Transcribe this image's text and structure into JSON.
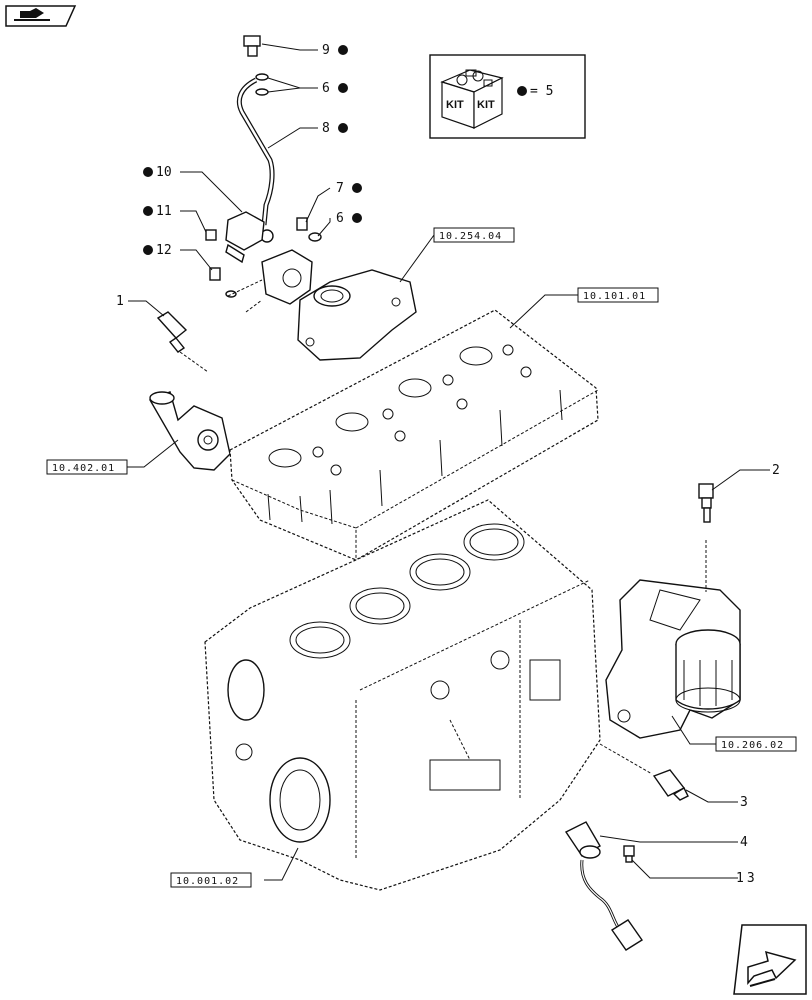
{
  "callouts": [
    {
      "id": "c9",
      "text": "9",
      "kit": true
    },
    {
      "id": "c6a",
      "text": "6",
      "kit": true
    },
    {
      "id": "c8",
      "text": "8",
      "kit": true
    },
    {
      "id": "c10",
      "text": "10",
      "kit": true
    },
    {
      "id": "c11",
      "text": "11",
      "kit": true
    },
    {
      "id": "c12",
      "text": "12",
      "kit": true
    },
    {
      "id": "c7",
      "text": "7",
      "kit": true
    },
    {
      "id": "c6b",
      "text": "6",
      "kit": true
    },
    {
      "id": "c1",
      "text": "1",
      "kit": false
    },
    {
      "id": "c2",
      "text": "2",
      "kit": false
    },
    {
      "id": "c3",
      "text": "3",
      "kit": false
    },
    {
      "id": "c4",
      "text": "4",
      "kit": false
    },
    {
      "id": "c13",
      "text": "13",
      "kit": false
    }
  ],
  "references": [
    {
      "id": "r1",
      "text": "10.254.04"
    },
    {
      "id": "r2",
      "text": "10.101.01"
    },
    {
      "id": "r3",
      "text": "10.402.01"
    },
    {
      "id": "r4",
      "text": "10.206.02"
    },
    {
      "id": "r5",
      "text": "10.001.02"
    }
  ],
  "kit_box": {
    "label_left": "KIT",
    "label_right": "KIT",
    "equals_text": "= 5"
  },
  "icons": {
    "top_left": "book-arrow-icon",
    "bottom_right": "next-page-arrow-icon"
  },
  "colors": {
    "line": "#111111",
    "background": "#ffffff"
  }
}
